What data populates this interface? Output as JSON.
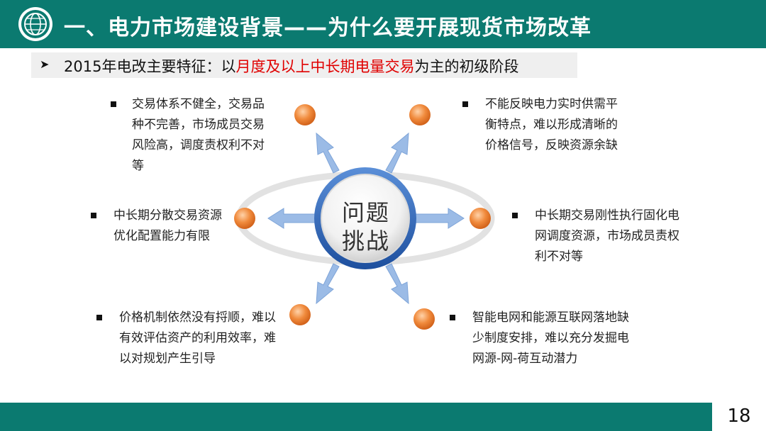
{
  "header": {
    "title": "一、电力市场建设背景——为什么要开展现货市场改革"
  },
  "subtitle": {
    "prefix": "2015年电改主要特征：以",
    "highlight": "月度及以上中长期电量交易",
    "suffix": "为主的初级阶段"
  },
  "center": {
    "line1": "问题",
    "line2": "挑战"
  },
  "items": [
    {
      "text": "交易体系不健全，交易品种不完善，市场成员交易风险高，调度责权利不对等"
    },
    {
      "text": "不能反映电力实时供需平衡特点，难以形成清晰的价格信号，反映资源余缺"
    },
    {
      "text": "中长期分散交易资源优化配置能力有限"
    },
    {
      "text": "中长期交易刚性执行固化电网调度资源，市场成员责权利不对等"
    },
    {
      "text": "价格机制依然没有捋顺，难以有效评估资产的利用效率，难以对规划产生引导"
    },
    {
      "text": "智能电网和能源互联网落地缺少制度安排，难以充分发掘电网源-网-荷互动潜力"
    }
  ],
  "footer": {
    "page": "18"
  },
  "colors": {
    "brand": "#0b7a70",
    "highlight": "#e00000",
    "node": "#f08a3c",
    "arrow": "#8fb3e0"
  }
}
